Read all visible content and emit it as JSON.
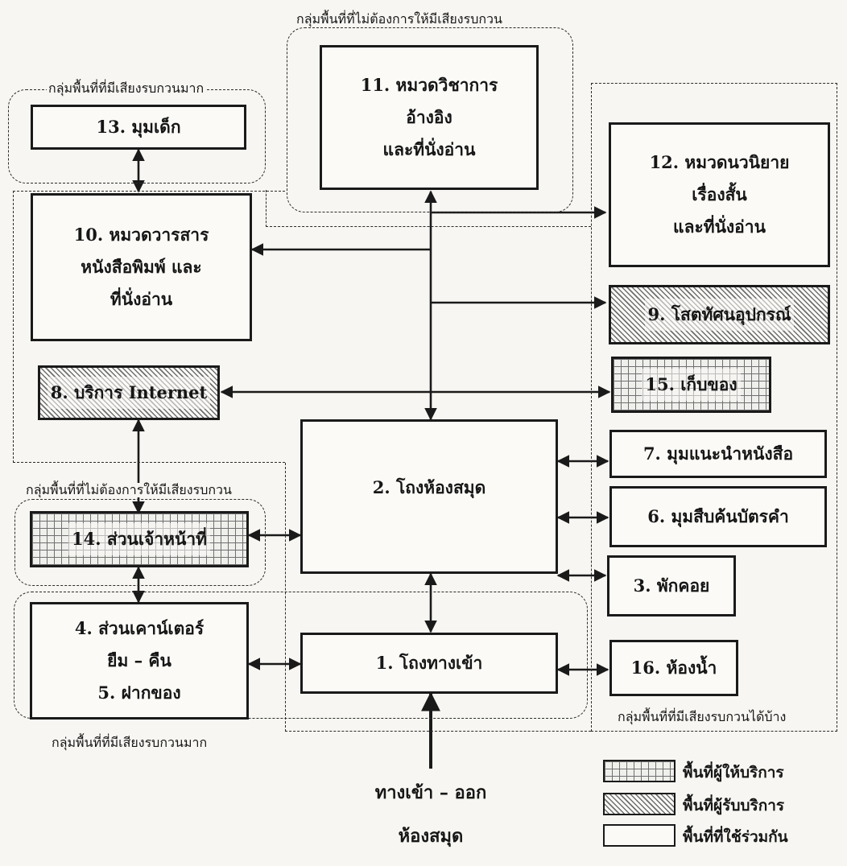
{
  "groups": {
    "quiet_top": "กลุ่มพื้นที่ที่ไม่ต้องการให้มีเสียงรบกวน",
    "noisy_top": "กลุ่มพื้นที่ที่มีเสียงรบกวนมาก",
    "quiet_mid": "กลุ่มพื้นที่ที่ไม่ต้องการให้มีเสียงรบกวน",
    "noisy_bottom": "กลุ่มพื้นที่ที่มีเสียงรบกวนมาก",
    "some_noise": "กลุ่มพื้นที่ที่มีเสียงรบกวนได้บ้าง"
  },
  "rooms": {
    "r1": "1. โถงทางเข้า",
    "r2": "2. โถงห้องสมุด",
    "r3": "3. พักคอย",
    "r4": "4. ส่วนเคาน์เตอร์\nยืม – คืน\n5. ฝากของ",
    "r6": "6. มุมสืบค้นบัตรคำ",
    "r7": "7. มุมแนะนำหนังสือ",
    "r8": "8. บริการ Internet",
    "r9": "9. โสตทัศนอุปกรณ์",
    "r10": "10. หมวดวารสาร\nหนังสือพิมพ์ และ\nที่นั่งอ่าน",
    "r11": "11. หมวดวิชาการ\nอ้างอิง\nและที่นั่งอ่าน",
    "r12": "12. หมวดนวนิยาย\nเรื่องสั้น\nและที่นั่งอ่าน",
    "r13": "13. มุมเด็ก",
    "r14": "14. ส่วนเจ้าหน้าที่",
    "r15": "15. เก็บของ",
    "r16": "16. ห้องน้ำ"
  },
  "entrance": "ทางเข้า – ออก\nห้องสมุด",
  "legend": {
    "staff": "พื้นที่ผู้ให้บริการ",
    "users": "พื้นที่ผู้รับบริการ",
    "shared": "พื้นที่ที่ใช้ร่วมกัน"
  }
}
